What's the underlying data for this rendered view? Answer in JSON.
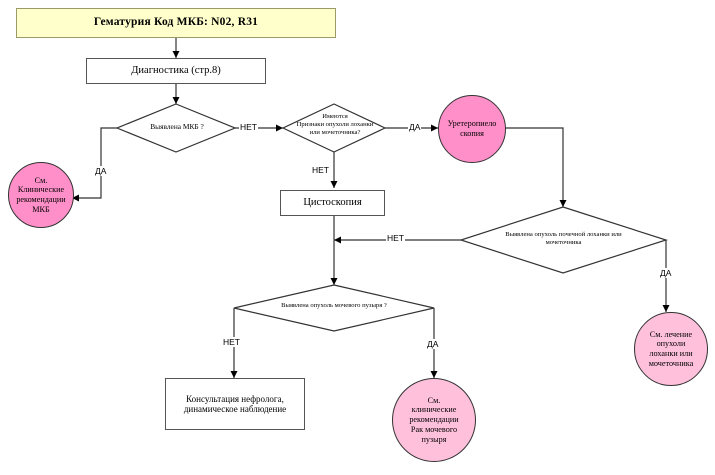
{
  "diagram": {
    "title": "Гематурия Код МКБ: N02, R31",
    "colors": {
      "header_fill": "#ffffcc",
      "circle_bright": "#ff8fc8",
      "circle_pale": "#ffc0dc",
      "stroke": "#333333",
      "background": "#ffffff"
    },
    "nodes": {
      "header": "Гематурия Код МКБ: N02, R31",
      "diagnostics": "Диагностика (стр.8)",
      "decision_mkb": "Выявлена МКБ ?",
      "decision_pelvis_signs": "Имеются Признаки опухоли лоханки или мочеточника?",
      "ureteropyeloscopy": "Уретеропиелоскопия",
      "recommend_mkb": "См. Клинические рекомендации МКБ",
      "cystoscopy": "Цистоскопия",
      "decision_pelvis_tumor": "Выявлена опухоль почечной лоханки или мочеточника",
      "decision_bladder_tumor": "Выявлена опухоль мочевого пузыря ?",
      "nephrologist": "Консультация нефролога, динамическое наблюдение",
      "recommend_bladder_cancer": "См. клинические рекомендации Рак мочевого пузыря",
      "treat_pelvis_tumor": "См. лечение опухоли лоханки или мочеточника"
    },
    "node_lines": {
      "recommend_mkb": [
        "См.",
        "Клинические",
        "рекомендации",
        "МКБ"
      ],
      "ureteropyeloscopy": [
        "Уретеропиело",
        "скопия"
      ],
      "recommend_bladder_cancer": [
        "См.",
        "клинические",
        "рекомендации",
        "Рак мочевого",
        "пузыря"
      ],
      "treat_pelvis_tumor": [
        "См. лечение",
        "опухоли",
        "лоханки или",
        "мочеточника"
      ],
      "decision_pelvis_signs": [
        "Имеются",
        "Признаки опухоли лоханки",
        "или мочеточника?"
      ],
      "decision_pelvis_tumor": [
        "Выявлена опухоль почечной лоханки или",
        "мочеточника"
      ],
      "nephrologist": [
        "Консультация нефролога,",
        "динамическое наблюдение"
      ]
    },
    "edge_labels": {
      "mkb_yes": "ДА",
      "mkb_no": "НЕТ",
      "signs_yes": "ДА",
      "signs_no": "НЕТ",
      "pelvis_tumor_no": "НЕТ",
      "pelvis_tumor_yes": "ДА",
      "bladder_no": "НЕТ",
      "bladder_yes": "ДА"
    }
  }
}
